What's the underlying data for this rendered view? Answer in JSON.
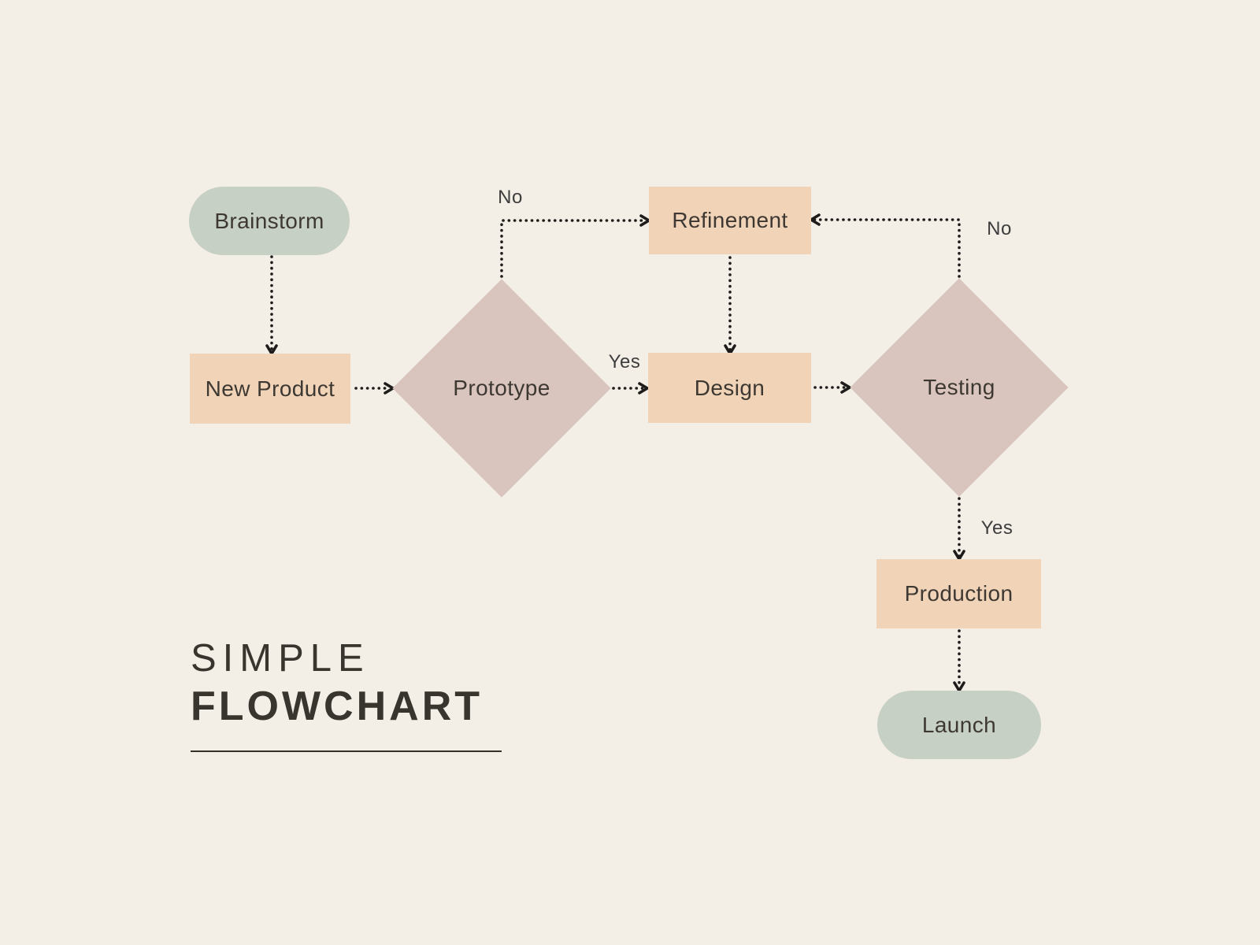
{
  "title": {
    "line1": "SIMPLE",
    "line2": "FLOWCHART"
  },
  "nodes": {
    "brainstorm": {
      "label": "Brainstorm"
    },
    "new_product": {
      "label": "New Product"
    },
    "prototype": {
      "label": "Prototype"
    },
    "refinement": {
      "label": "Refinement"
    },
    "design": {
      "label": "Design"
    },
    "testing": {
      "label": "Testing"
    },
    "production": {
      "label": "Production"
    },
    "launch": {
      "label": "Launch"
    }
  },
  "edge_labels": {
    "prototype_no": "No",
    "prototype_yes": "Yes",
    "testing_no": "No",
    "testing_yes": "Yes"
  },
  "colors": {
    "bg": "#f3eee6",
    "sage": "#c7d0c5",
    "peach": "#f1d4b8",
    "mauve": "#d9c5bd",
    "ink": "#1d1c1a",
    "node_text": "#3e3833",
    "title_text": "#38352f",
    "label_text": "#3d3d3d"
  }
}
